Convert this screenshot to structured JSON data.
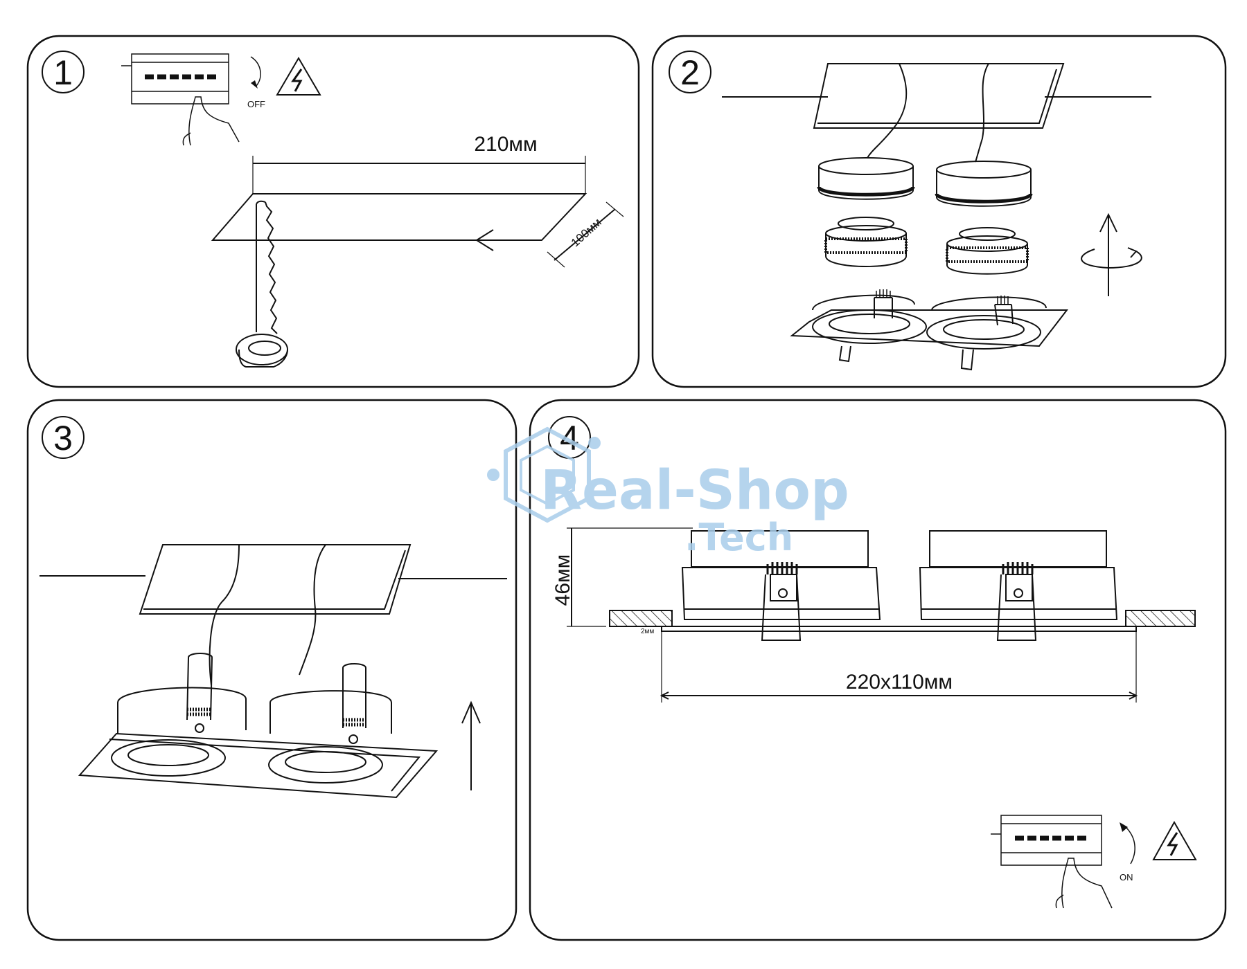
{
  "steps": [
    {
      "number": "1",
      "switch_label": "OFF",
      "dimension_width": "210мм",
      "dimension_depth": "100мм"
    },
    {
      "number": "2"
    },
    {
      "number": "3"
    },
    {
      "number": "4",
      "dimension_height": "46мм",
      "dimension_thickness": "2мм",
      "dimension_size": "220x110мм",
      "switch_label": "ON"
    }
  ],
  "watermark": {
    "brand": "Real-Shop",
    "domain": ".Tech"
  },
  "icons": [
    "breaker-panel-icon",
    "hand-icon",
    "rotate-arrow-icon",
    "high-voltage-icon",
    "jigsaw-icon",
    "up-arrow-icon",
    "rotate-icon",
    "logo-icon"
  ],
  "colors": {
    "line": "#111111",
    "watermark": "#a9cdea"
  }
}
